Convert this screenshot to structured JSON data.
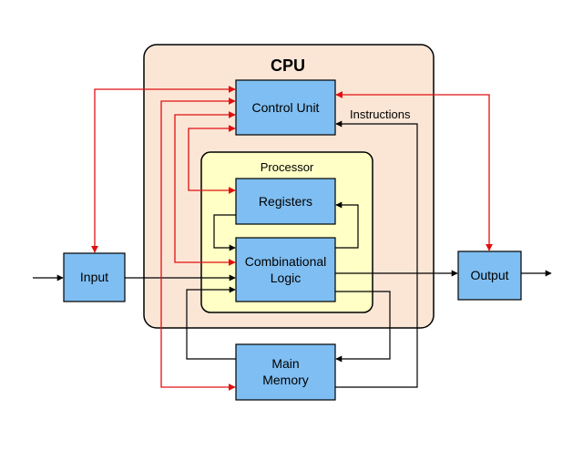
{
  "title": "CPU",
  "processor_label": "Processor",
  "instructions_label": "Instructions",
  "blocks": {
    "control_unit": "Control Unit",
    "registers": "Registers",
    "combinational_logic": [
      "Combinational",
      "Logic"
    ],
    "main_memory": [
      "Main",
      "Memory"
    ],
    "input": "Input",
    "output": "Output"
  },
  "colors": {
    "cpu_fill": "#fbe6d6",
    "processor_fill": "#ffffc6",
    "block_fill": "#7fbef2",
    "control_arrow": "#e01010",
    "data_arrow": "#000000"
  }
}
